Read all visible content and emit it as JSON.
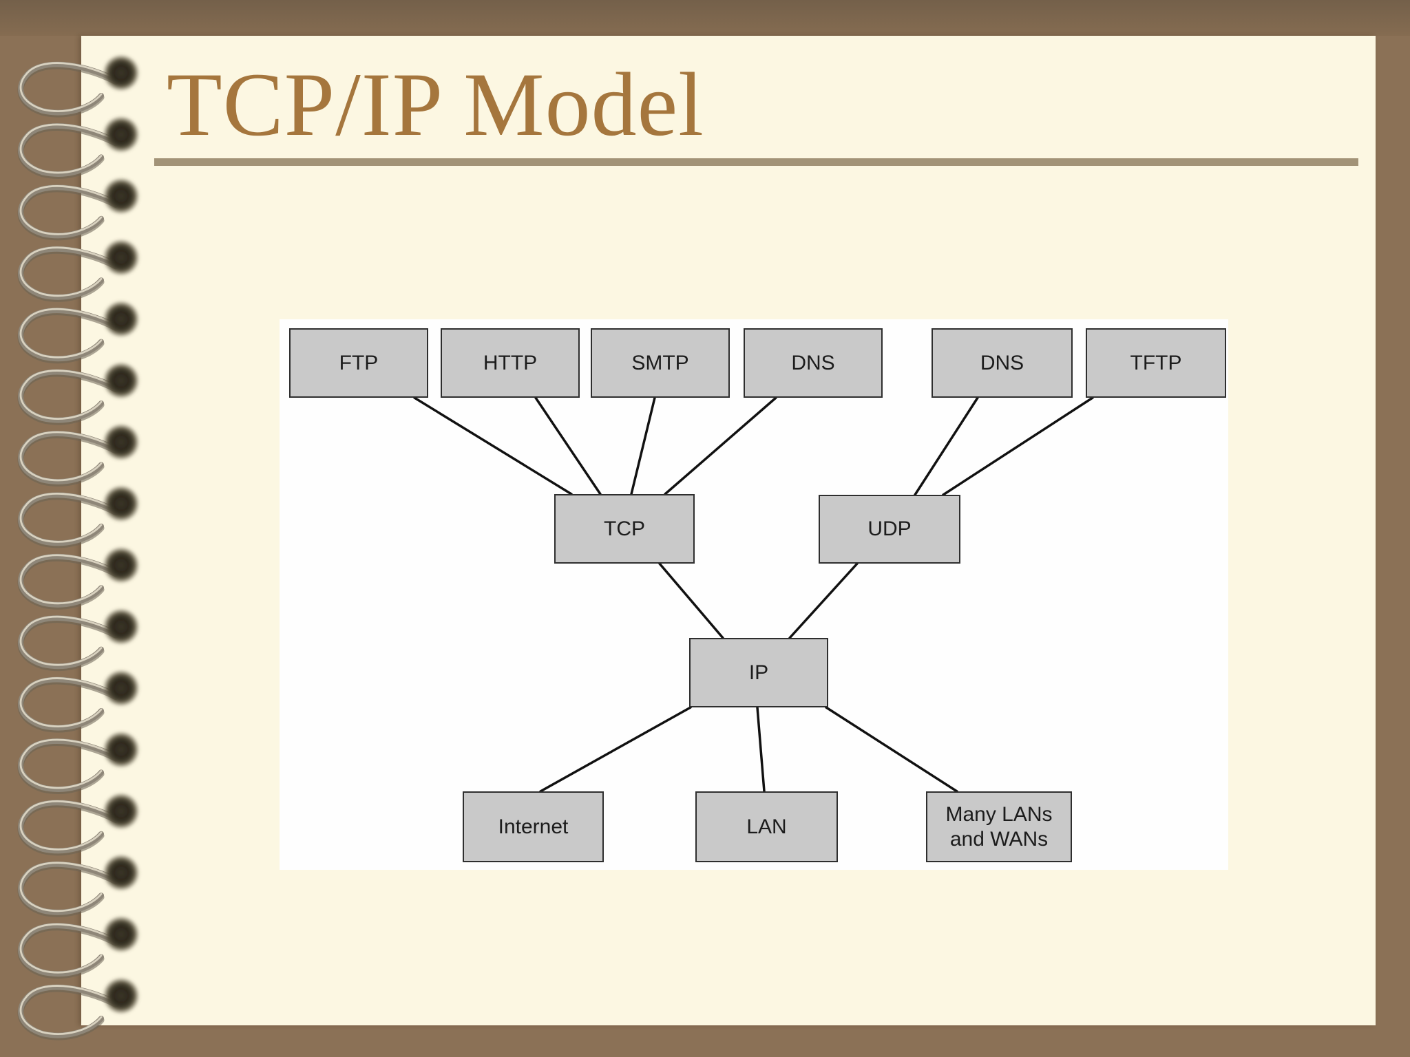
{
  "slide": {
    "title": "TCP/IP Model"
  },
  "diagram": {
    "nodes": [
      {
        "id": "ftp",
        "label": "FTP"
      },
      {
        "id": "http",
        "label": "HTTP"
      },
      {
        "id": "smtp",
        "label": "SMTP"
      },
      {
        "id": "dns1",
        "label": "DNS"
      },
      {
        "id": "dns2",
        "label": "DNS"
      },
      {
        "id": "tftp",
        "label": "TFTP"
      },
      {
        "id": "tcp",
        "label": "TCP"
      },
      {
        "id": "udp",
        "label": "UDP"
      },
      {
        "id": "ip",
        "label": "IP"
      },
      {
        "id": "internet",
        "label": "Internet"
      },
      {
        "id": "lan",
        "label": "LAN"
      },
      {
        "id": "many",
        "label": "Many LANs and WANs"
      }
    ],
    "edges": [
      [
        "ftp",
        "tcp"
      ],
      [
        "http",
        "tcp"
      ],
      [
        "smtp",
        "tcp"
      ],
      [
        "dns1",
        "tcp"
      ],
      [
        "dns2",
        "udp"
      ],
      [
        "tftp",
        "udp"
      ],
      [
        "tcp",
        "ip"
      ],
      [
        "udp",
        "ip"
      ],
      [
        "ip",
        "internet"
      ],
      [
        "ip",
        "lan"
      ],
      [
        "ip",
        "many"
      ]
    ]
  },
  "colors": {
    "background": "#8b7156",
    "page": "#fcf7e2",
    "panel": "#fefefe",
    "box_fill": "#c9c9c9",
    "box_border": "#2e2e2e",
    "edge_line": "#111111",
    "title": "#a5763d",
    "rule": "#a29377"
  }
}
